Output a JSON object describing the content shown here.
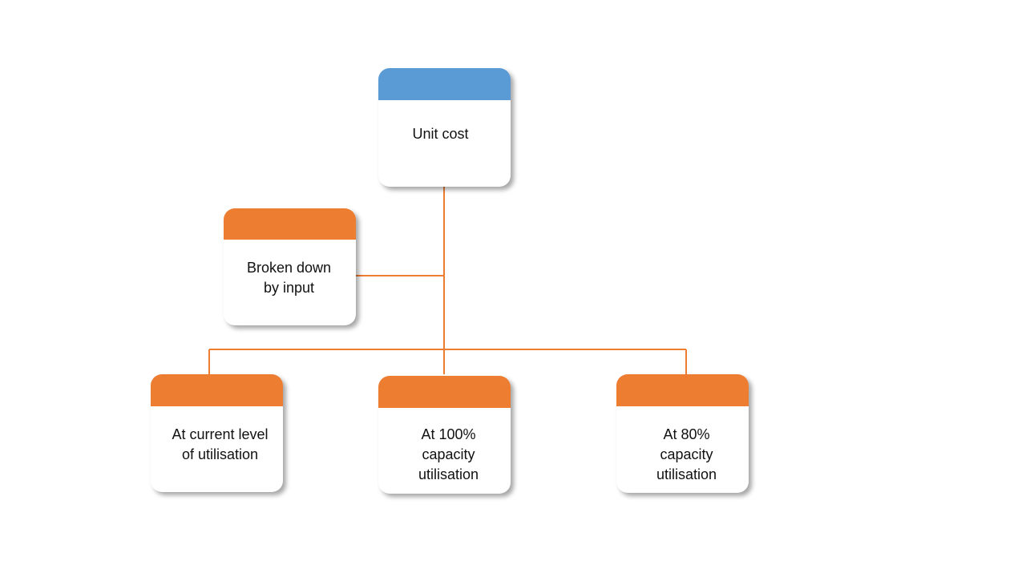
{
  "colors": {
    "blue": "#5b9bd5",
    "orange": "#ed7d31",
    "connector": "#ed7d31"
  },
  "nodes": {
    "root": {
      "label": "Unit cost"
    },
    "side": {
      "label_line1": "Broken down",
      "label_line2": "by input"
    },
    "current": {
      "label_line1": "At current level",
      "label_line2": "of utilisation"
    },
    "full": {
      "label_line1": "At 100%",
      "label_line2": "capacity",
      "label_line3": "utilisation"
    },
    "eighty": {
      "label_line1": "At 80%",
      "label_line2": "capacity",
      "label_line3": "utilisation"
    }
  }
}
